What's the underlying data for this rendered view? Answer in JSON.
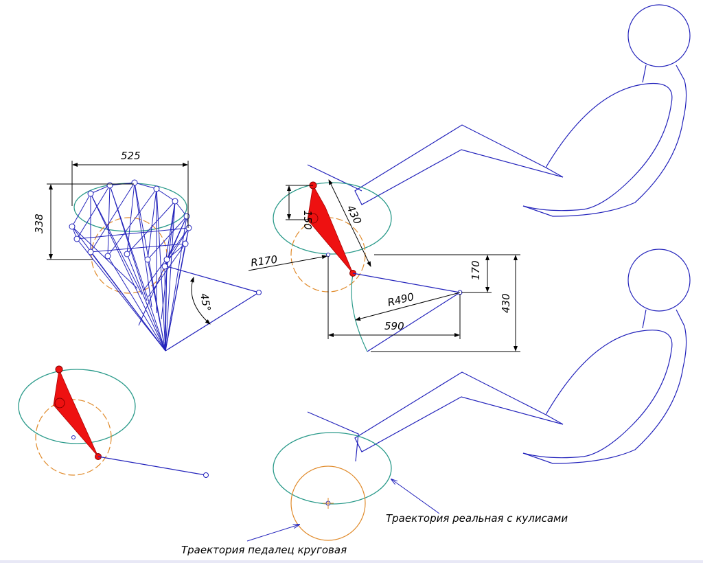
{
  "dimensions": {
    "width_525": "525",
    "height_338": "338",
    "angle_45": "45°",
    "pedal_150": "150",
    "link_430_diag": "430",
    "radius_r170": "R170",
    "radius_r490": "R490",
    "horizontal_590": "590",
    "vertical_170": "170",
    "vertical_430": "430"
  },
  "annotations": {
    "real_trajectory": "Траектория реальная с кулисами",
    "pedal_trajectory": "Траектория педалец круговая"
  },
  "colors": {
    "line": "#2222bb",
    "ellipse": "#2a9a8a",
    "circle": "#e08a2a",
    "crank": "#ee1111",
    "dimension": "#000000"
  }
}
